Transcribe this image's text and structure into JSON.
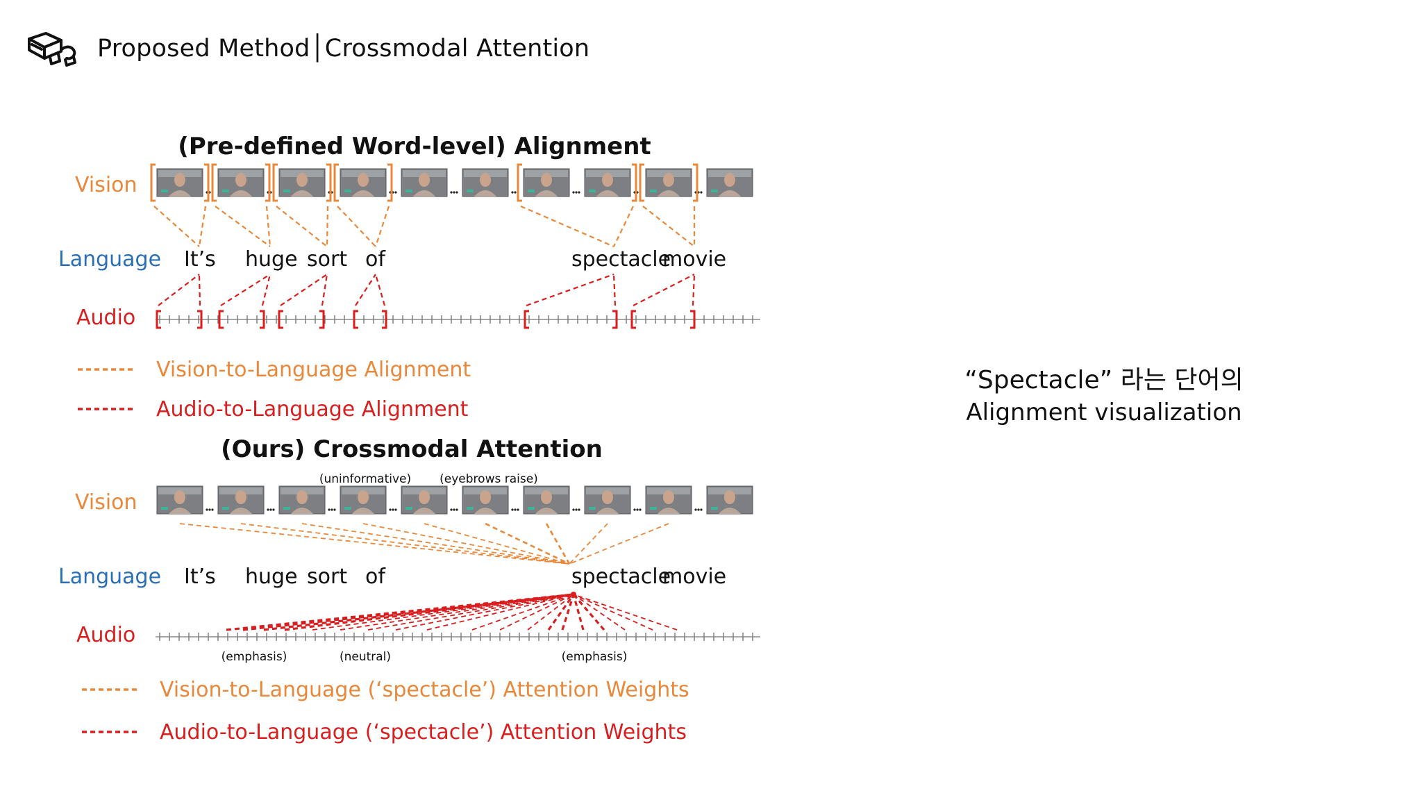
{
  "header": {
    "title": "Proposed Method│Crossmodal Attention",
    "logo_icon": "glasses-3d-icon"
  },
  "side_note": {
    "line1": "“Spectacle” 라는 단어의",
    "line2": "Alignment visualization"
  },
  "colors": {
    "vision": "#e8883a",
    "language": "#2a6fb6",
    "audio": "#d81e1e",
    "text": "#111111"
  },
  "diagram": {
    "top": {
      "title": "(Pre-defined Word-level) Alignment",
      "row_vision": "Vision",
      "row_language": "Language",
      "row_audio": "Audio",
      "words": [
        "It’s",
        "huge",
        "sort",
        "of",
        "spectacle",
        "movie"
      ],
      "legend_vision": "Vision-to-Language Alignment",
      "legend_audio": "Audio-to-Language Alignment",
      "vision_frames": 10,
      "vision_groups": [
        {
          "frames": [
            0,
            0
          ],
          "word": 0
        },
        {
          "frames": [
            1,
            1
          ],
          "word": 1
        },
        {
          "frames": [
            2,
            2
          ],
          "word": 2
        },
        {
          "frames": [
            3,
            3
          ],
          "word": 3
        },
        {
          "frames": [
            6,
            7
          ],
          "word": 4
        },
        {
          "frames": [
            8,
            8
          ],
          "word": 5
        }
      ]
    },
    "bottom": {
      "title": "(Ours) Crossmodal Attention",
      "row_vision": "Vision",
      "row_language": "Language",
      "row_audio": "Audio",
      "words": [
        "It’s",
        "huge",
        "sort",
        "of",
        "spectacle",
        "movie"
      ],
      "vision_annotations": [
        "(uninformative)",
        "(eyebrows raise)"
      ],
      "audio_annotations": [
        "(emphasis)",
        "(neutral)",
        "(emphasis)"
      ],
      "legend_vision": "Vision-to-Language (‘spectacle’) Attention Weights",
      "legend_audio": "Audio-to-Language (‘spectacle’) Attention Weights",
      "vision_frames": 10
    }
  }
}
